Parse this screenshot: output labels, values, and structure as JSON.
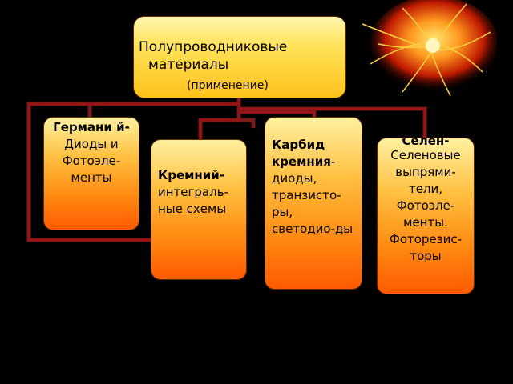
{
  "root": {
    "line1": "Полупроводниковые",
    "line2": "материалы",
    "line3": "(применение)"
  },
  "nodes": {
    "germanium": {
      "bold": "Германи й-",
      "rest": "Диоды и Фотоэле-менты"
    },
    "silicon": {
      "bold": "Кремний-",
      "rest": "интеграль-ные схемы"
    },
    "carbide": {
      "bold": "Карбид кремния",
      "rest": "-диоды, транзисто-ры, светодио-ды"
    },
    "selenium": {
      "bold": "Селен-",
      "rest": "Селеновые выпрями-тели, Фотоэле-менты. Фоторезис-торы"
    }
  },
  "colors": {
    "background": "#000000",
    "connector": "#7a1a1a",
    "root_fill": "#ffe35a",
    "child_fill": "#ff8a12"
  },
  "decoration": {
    "image": "fire-ornament"
  }
}
